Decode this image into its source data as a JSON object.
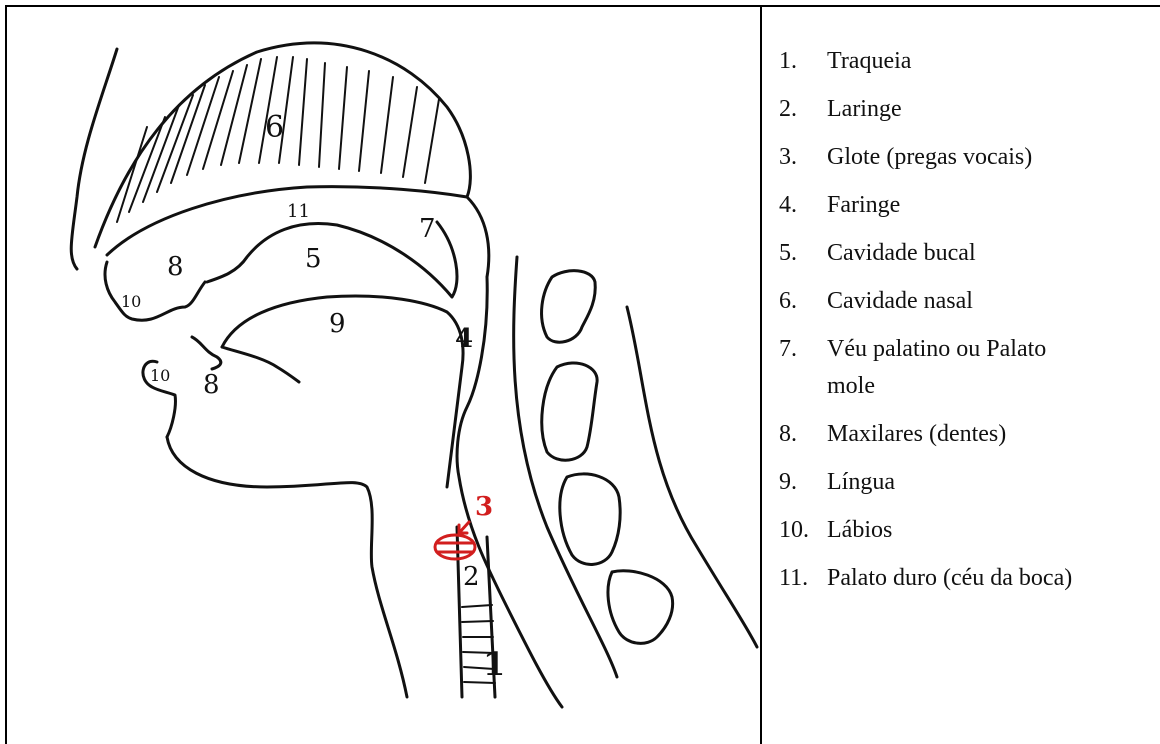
{
  "diagram": {
    "labels": {
      "l1": "1",
      "l2": "2",
      "l3": "3",
      "l4": "4",
      "l5": "5",
      "l6": "6",
      "l7": "7",
      "l8a": "8",
      "l8b": "8",
      "l9": "9",
      "l10a": "10",
      "l10b": "10",
      "l11": "11"
    },
    "colors": {
      "ink": "#111111",
      "glottis": "#d21e1e"
    }
  },
  "legend": {
    "items": [
      {
        "num": "1.",
        "text": "Traqueia"
      },
      {
        "num": "2.",
        "text": "Laringe"
      },
      {
        "num": "3.",
        "text": "Glote (pregas vocais)"
      },
      {
        "num": "4.",
        "text": "Faringe"
      },
      {
        "num": "5.",
        "text": "Cavidade bucal"
      },
      {
        "num": "6.",
        "text": "Cavidade nasal"
      },
      {
        "num": "7.",
        "text": "Véu palatino ou Palato"
      },
      {
        "num": "8.",
        "text": "Maxilares (dentes)"
      },
      {
        "num": "9.",
        "text": "Língua"
      },
      {
        "num": "10.",
        "text": "Lábios"
      },
      {
        "num": "11.",
        "text": "Palato duro (céu da boca)"
      }
    ],
    "continuation_7": "mole"
  }
}
